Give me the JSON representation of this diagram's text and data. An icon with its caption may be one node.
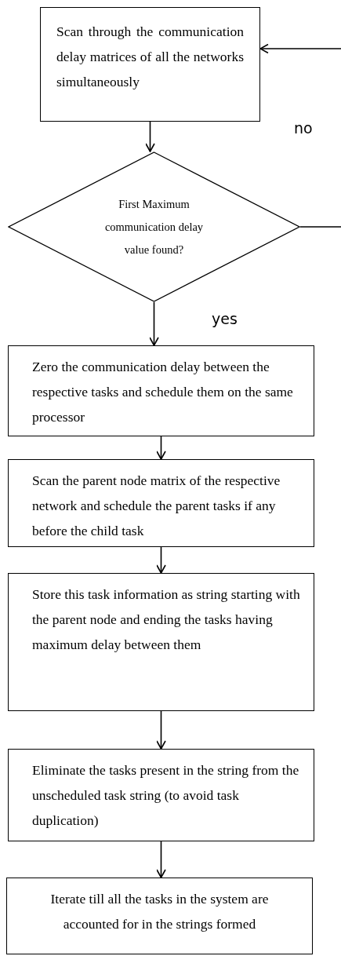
{
  "diagram": {
    "nodes": [
      {
        "text": [
          "Scan through the communication delay matrices of all the networks simultaneously"
        ]
      },
      {
        "text": [
          "First Maximum communication delay value found?"
        ]
      },
      {
        "text": [
          "Zero the communication delay between the respective tasks and schedule them on the same processor"
        ]
      },
      {
        "text": [
          "Scan the parent node matrix of the respective network and schedule the parent tasks if any before the child task"
        ]
      },
      {
        "text": [
          "Store this task information as string starting with the parent node and ending the tasks having maximum delay between them"
        ]
      },
      {
        "text": [
          "Eliminate the tasks present in the string from the unscheduled task string (to avoid task duplication)"
        ]
      },
      {
        "text": [
          "Iterate till all the tasks in the system are accounted for in the strings formed"
        ]
      }
    ],
    "edges": [
      {
        "from": 0,
        "to": 1,
        "arrow": "to"
      },
      {
        "from": 1,
        "to": 2,
        "arrow": "to",
        "label": "yes"
      },
      {
        "from": 2,
        "to": 3,
        "arrow": "to"
      },
      {
        "from": 3,
        "to": 4,
        "arrow": "to"
      },
      {
        "from": 4,
        "to": 5,
        "arrow": "to"
      },
      {
        "from": 5,
        "to": 6,
        "arrow": "to"
      },
      {
        "from": 1,
        "to": null,
        "arrow": "none"
      },
      {
        "from": null,
        "to": 0,
        "arrow": "to"
      }
    ],
    "labels": [
      "no"
    ]
  }
}
